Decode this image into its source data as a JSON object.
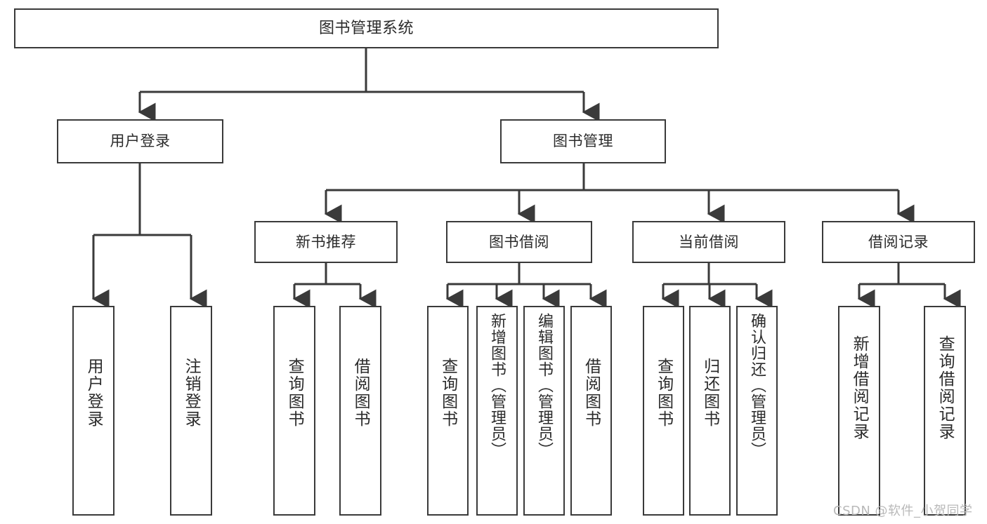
{
  "diagram": {
    "type": "tree",
    "title": "图书管理系统",
    "edge_color": "#3a3a3a",
    "node_border_color": "#3a3a3a",
    "node_fill_color": "#ffffff",
    "text_color": "#2b2b2b"
  },
  "nodes": {
    "root": {
      "label": "图书管理系统"
    },
    "level1": [
      {
        "label": "用户登录"
      },
      {
        "label": "图书管理"
      }
    ],
    "level2": [
      {
        "label": "新书推荐"
      },
      {
        "label": "图书借阅"
      },
      {
        "label": "当前借阅"
      },
      {
        "label": "借阅记录"
      }
    ],
    "login_children": [
      {
        "label": "用户登录"
      },
      {
        "label": "注销登录"
      }
    ],
    "newbook_children": [
      {
        "label": "查询图书"
      },
      {
        "label": "借阅图书"
      }
    ],
    "borrow_children": [
      {
        "label": "查询图书"
      },
      {
        "label": "新增图书（管理员）"
      },
      {
        "label": "编辑图书（管理员）"
      },
      {
        "label": "借阅图书"
      }
    ],
    "current_children": [
      {
        "label": "查询图书"
      },
      {
        "label": "归还图书"
      },
      {
        "label": "确认归还（管理员）"
      }
    ],
    "record_children": [
      {
        "label": "新增借阅记录"
      },
      {
        "label": "查询借阅记录"
      }
    ]
  },
  "watermark": {
    "text": "CSDN @软件_小贺同学"
  }
}
